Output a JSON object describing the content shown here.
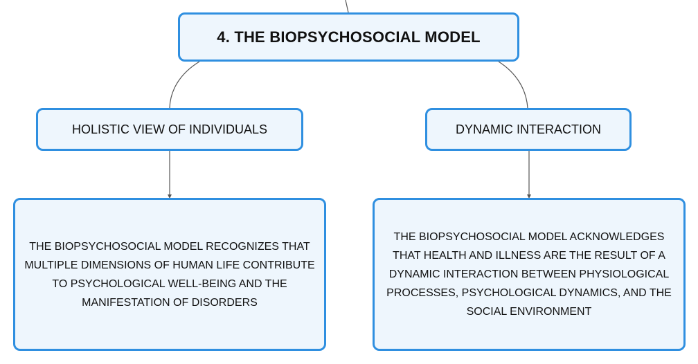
{
  "diagram": {
    "root": {
      "label": "4. THE BIOPSYCHOSOCIAL MODEL"
    },
    "branches": [
      {
        "topic": "HOLISTIC VIEW OF INDIVIDUALS",
        "detail": "THE BIOPSYCHOSOCIAL MODEL RECOGNIZES THAT MULTIPLE DIMENSIONS OF HUMAN LIFE CONTRIBUTE TO PSYCHOLOGICAL WELL-BEING AND THE MANIFESTATION OF DISORDERS"
      },
      {
        "topic": "DYNAMIC INTERACTION",
        "detail": "THE BIOPSYCHOSOCIAL MODEL ACKNOWLEDGES THAT HEALTH AND ILLNESS ARE THE RESULT OF A DYNAMIC INTERACTION BETWEEN PHYSIOLOGICAL PROCESSES, PSYCHOLOGICAL DYNAMICS, AND THE SOCIAL ENVIRONMENT"
      }
    ],
    "colors": {
      "node_border": "#2f8fe0",
      "node_fill": "#eef6fd",
      "connector": "#555555",
      "text": "#111111"
    }
  }
}
